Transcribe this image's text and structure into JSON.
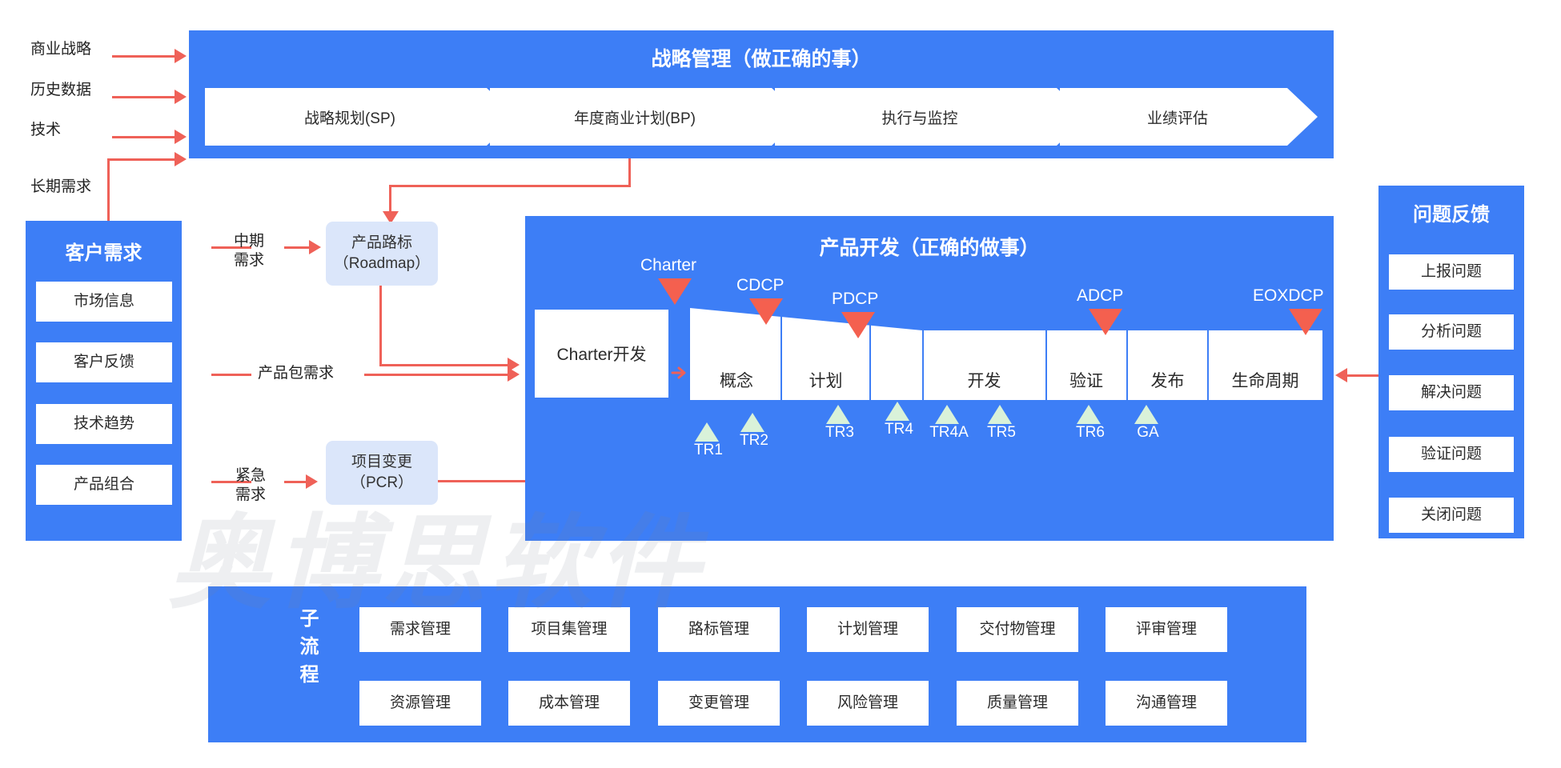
{
  "colors": {
    "brand_blue": "#3d7ef6",
    "accent_red": "#ef6158",
    "dcp_marker": "#f4604f",
    "tr_marker": "#d9f2d9",
    "soft_box": "#dbe6fa"
  },
  "watermark": {
    "text": "奥博思软件"
  },
  "inputs": {
    "items": [
      {
        "label": "商业战略"
      },
      {
        "label": "历史数据"
      },
      {
        "label": "技术"
      },
      {
        "label": "长期需求"
      }
    ]
  },
  "strategy": {
    "title": "战略管理（做正确的事）",
    "stages": [
      {
        "label": "战略规划(SP)"
      },
      {
        "label": "年度商业计划(BP)"
      },
      {
        "label": "执行与监控"
      },
      {
        "label": "业绩评估"
      }
    ]
  },
  "customer": {
    "title": "客户需求",
    "items": [
      {
        "label": "市场信息"
      },
      {
        "label": "客户反馈"
      },
      {
        "label": "技术趋势"
      },
      {
        "label": "产品组合"
      }
    ]
  },
  "flows": {
    "mid_term": "中期\n需求",
    "product_pack": "产品包需求",
    "urgent": "紧急\n需求"
  },
  "roadmap": {
    "label": "产品路标\n（Roadmap）"
  },
  "pcr": {
    "label": "项目变更\n（PCR）"
  },
  "product": {
    "title": "产品开发（正确的做事）",
    "charter_stage": {
      "label": "Charter开发"
    },
    "stages": [
      {
        "label": "概念"
      },
      {
        "label": "计划"
      },
      {
        "label": "开发"
      },
      {
        "label": "验证"
      },
      {
        "label": "发布"
      },
      {
        "label": "生命周期"
      }
    ],
    "dcp_markers": [
      {
        "label": "Charter"
      },
      {
        "label": "CDCP"
      },
      {
        "label": "PDCP"
      },
      {
        "label": "ADCP"
      },
      {
        "label": "EOXDCP"
      }
    ],
    "tr_markers": [
      {
        "label": "TR1"
      },
      {
        "label": "TR2"
      },
      {
        "label": "TR3"
      },
      {
        "label": "TR4"
      },
      {
        "label": "TR4A"
      },
      {
        "label": "TR5"
      },
      {
        "label": "TR6"
      },
      {
        "label": "GA"
      }
    ]
  },
  "issues": {
    "title": "问题反馈",
    "items": [
      {
        "label": "上报问题"
      },
      {
        "label": "分析问题"
      },
      {
        "label": "解决问题"
      },
      {
        "label": "验证问题"
      },
      {
        "label": "关闭问题"
      }
    ]
  },
  "subprocess": {
    "title": "子流程",
    "row1": [
      {
        "label": "需求管理"
      },
      {
        "label": "项目集管理"
      },
      {
        "label": "路标管理"
      },
      {
        "label": "计划管理"
      },
      {
        "label": "交付物管理"
      },
      {
        "label": "评审管理"
      }
    ],
    "row2": [
      {
        "label": "资源管理"
      },
      {
        "label": "成本管理"
      },
      {
        "label": "变更管理"
      },
      {
        "label": "风险管理"
      },
      {
        "label": "质量管理"
      },
      {
        "label": "沟通管理"
      }
    ]
  }
}
